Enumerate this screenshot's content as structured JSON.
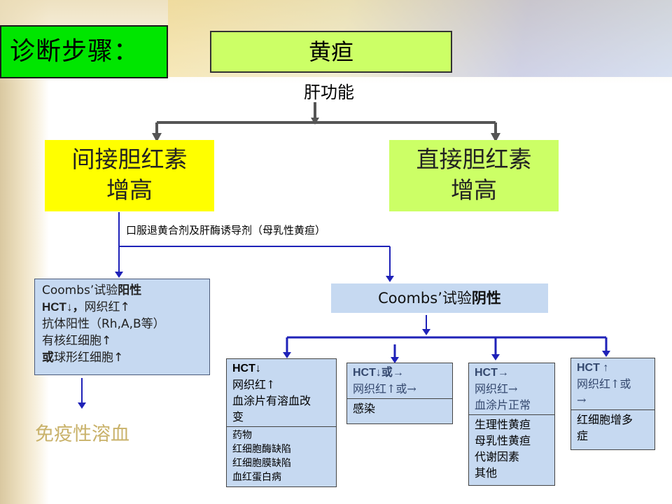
{
  "title": "诊断步骤：",
  "root": "黄疸",
  "root_edge_label": "肝功能",
  "indirect": {
    "line1": "间接胆红素",
    "line2": "增高"
  },
  "direct": {
    "line1": "直接胆红素",
    "line2": "增高"
  },
  "route_label": "口服退黄合剂及肝酶诱导剂（母乳性黄疸）",
  "coombs_positive": {
    "line1_prefix": "Coombs’试验",
    "line1_strong": "阳性",
    "line2_prefix": "HCT↓，",
    "line2_rest": "网织红↑",
    "line3": "抗体阳性（Rh,A,B等）",
    "line4": "有核红细胞↑",
    "line5_prefix": "或",
    "line5_rest": "球形红细胞↑"
  },
  "coombs_positive_result": "免疫性溶血",
  "coombs_negative": {
    "prefix": "Coombs’试验",
    "strong": "阴性"
  },
  "leaves": [
    {
      "top_lines": [
        "HCT↓",
        "网织红↑",
        "血涂片有溶血改",
        "变"
      ],
      "bottom_lines": [
        "药物",
        "红细胞酶缺陷",
        "红细胞膜缺陷",
        "血红蛋白病"
      ]
    },
    {
      "top_lines": [
        "HCT↓或→",
        "网织红↑或→"
      ],
      "bottom_lines": [
        "感染"
      ]
    },
    {
      "top_lines": [
        "HCT→",
        "网织红→",
        "血涂片正常"
      ],
      "bottom_lines": [
        "生理性黄疸",
        "母乳性黄疸",
        "代谢因素",
        "其他"
      ]
    },
    {
      "top_lines": [
        "HCT ↑",
        "网织红↑或",
        "→"
      ],
      "bottom_lines": [
        "红细胞增多",
        "症"
      ]
    }
  ]
}
